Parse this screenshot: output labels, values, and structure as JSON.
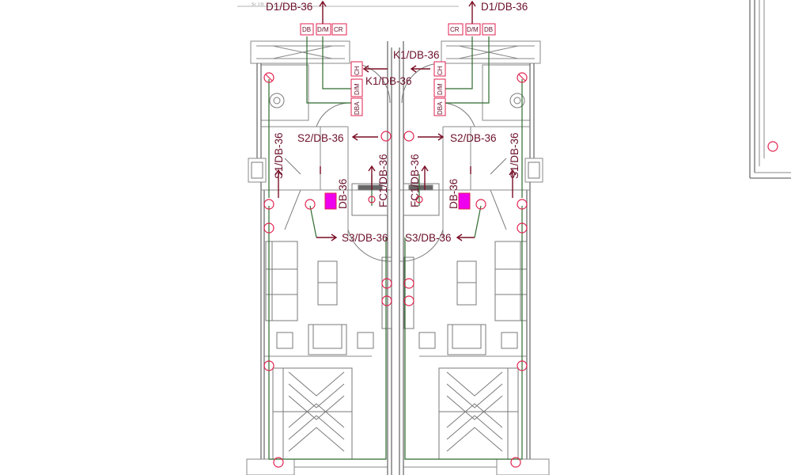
{
  "sheet_ref": "Sc 1/8",
  "labels_left": {
    "d1": "D1/DB-36",
    "k1": "K1/DB-36",
    "s2": "S2/DB-36",
    "s1": "S1/DB-36",
    "fc1": "FC1/DB-36",
    "db": "DB-36",
    "s3": "S3/DB-36"
  },
  "labels_right": {
    "d1": "D1/DB-36",
    "k1": "K1/DB-36",
    "s2": "S2/DB-36",
    "s1": "S1/DB-36",
    "fc1": "FC1/DB-36",
    "db": "DB-36",
    "s3": "S3/DB-36"
  },
  "device_tags": {
    "db": "DB",
    "dm": "D/M",
    "cr": "CR",
    "ch": "CH",
    "dba": "DBA"
  },
  "colors": {
    "wall": "#8a8a8a",
    "wire": "#2e6b2e",
    "device": "#e2224f",
    "label": "#6b0f2a",
    "fill_magenta": "#ee00ee"
  }
}
